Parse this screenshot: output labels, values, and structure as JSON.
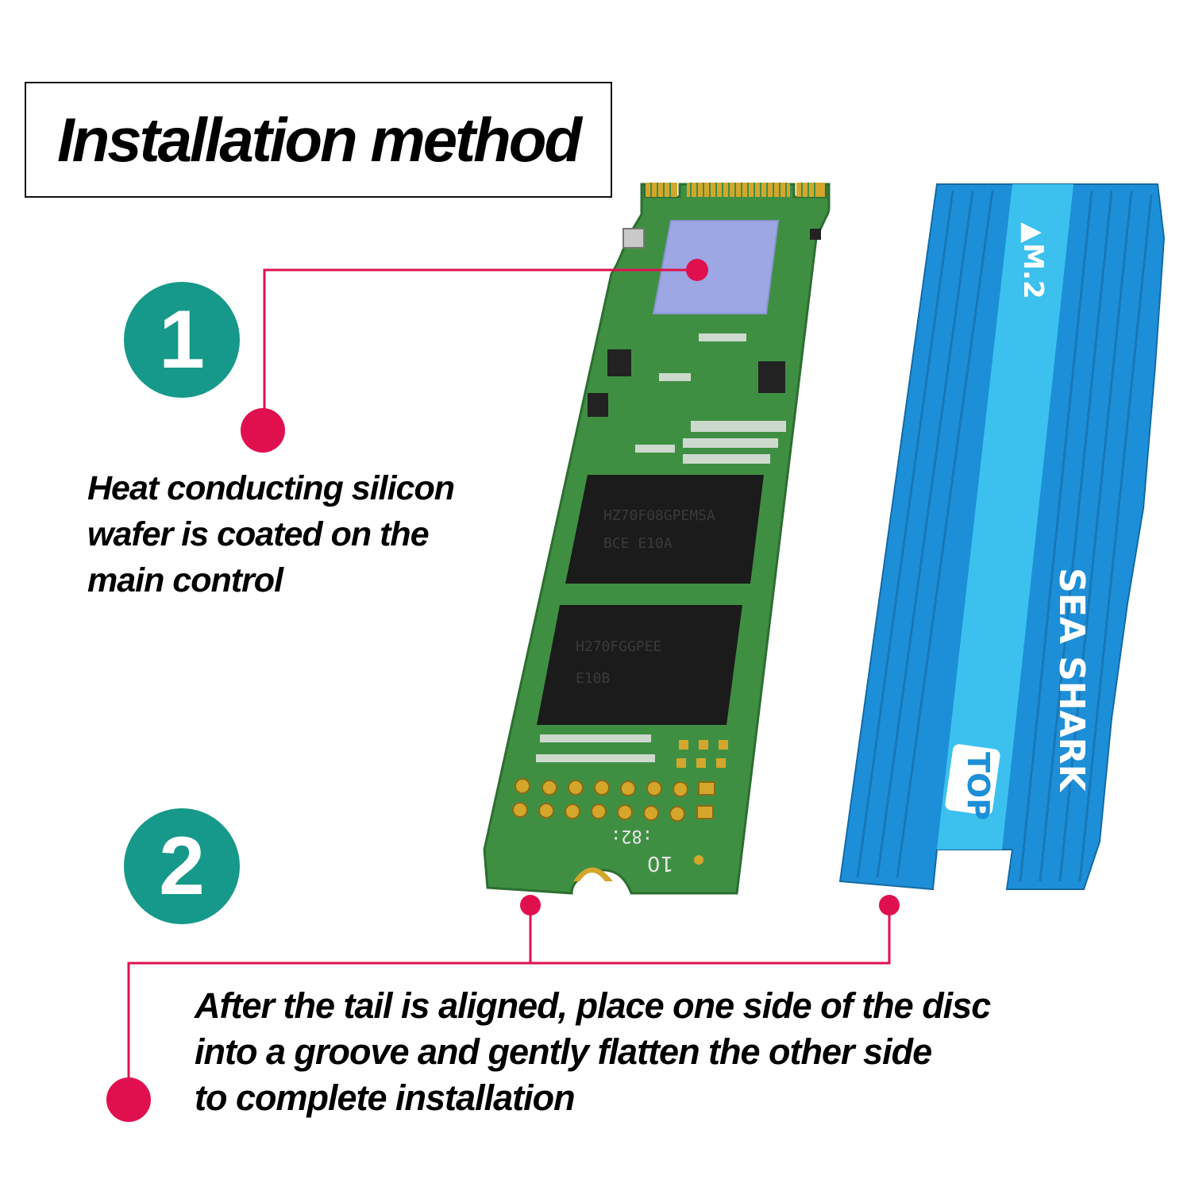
{
  "title": "Installation method",
  "steps": [
    {
      "number": "1",
      "caption_lines": [
        "Heat conducting silicon",
        "wafer is coated on the",
        "main control"
      ]
    },
    {
      "number": "2",
      "caption_lines": [
        "After the tail is aligned, place one side of the disc",
        "into a groove and gently flatten the other side",
        "to complete installation"
      ]
    }
  ],
  "heatsink": {
    "brand_text": "SEA SHARK",
    "arrow_text": "▲M.2",
    "tag_text": "TOP"
  },
  "pcb_silkscreen": {
    "label": "10",
    "pin_text": ":82:"
  },
  "colors": {
    "accent_teal": "#16998a",
    "pointer_pink": "#e0104f",
    "pcb_green": "#3f8f43",
    "heatsink_blue": "#1d8fd8",
    "heatsink_stripe": "#3cc0ee",
    "thermal_pad": "#9ca7e3"
  }
}
